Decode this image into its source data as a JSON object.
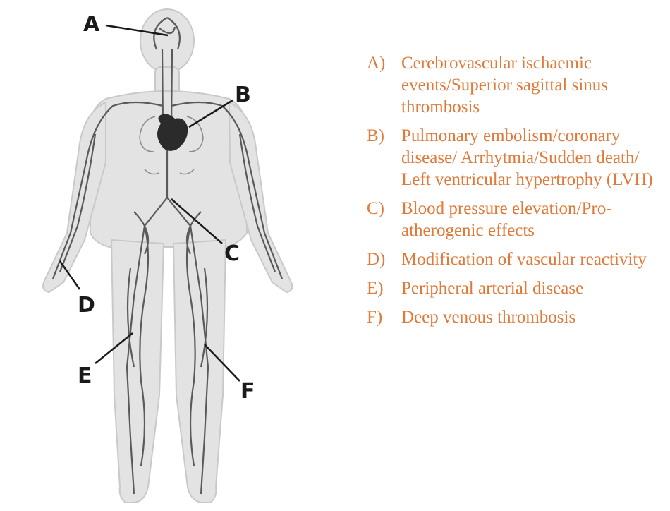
{
  "markers": [
    "A",
    "B",
    "C",
    "D",
    "E",
    "F"
  ],
  "legend": [
    {
      "key": "A)",
      "text": "Cerebrovascular ischaemic events/Superior sagittal sinus thrombosis"
    },
    {
      "key": "B)",
      "text": "Pulmonary embolism/coronary disease/ Arrhytmia/Sudden death/ Left ventricular hypertrophy (LVH)"
    },
    {
      "key": "C)",
      "text": "Blood pressure elevation/Pro-atherogenic effects"
    },
    {
      "key": "D)",
      "text": "Modification of vascular reactivity"
    },
    {
      "key": "E)",
      "text": "Peripheral arterial disease"
    },
    {
      "key": "F)",
      "text": "Deep venous thrombosis"
    }
  ],
  "colors": {
    "legend_text": "#e07a3a",
    "marker_text": "#1a1a1a",
    "body_fill": "#e3e3e3",
    "vessel": "#5a5a5a",
    "heart": "#2b2b2b"
  }
}
